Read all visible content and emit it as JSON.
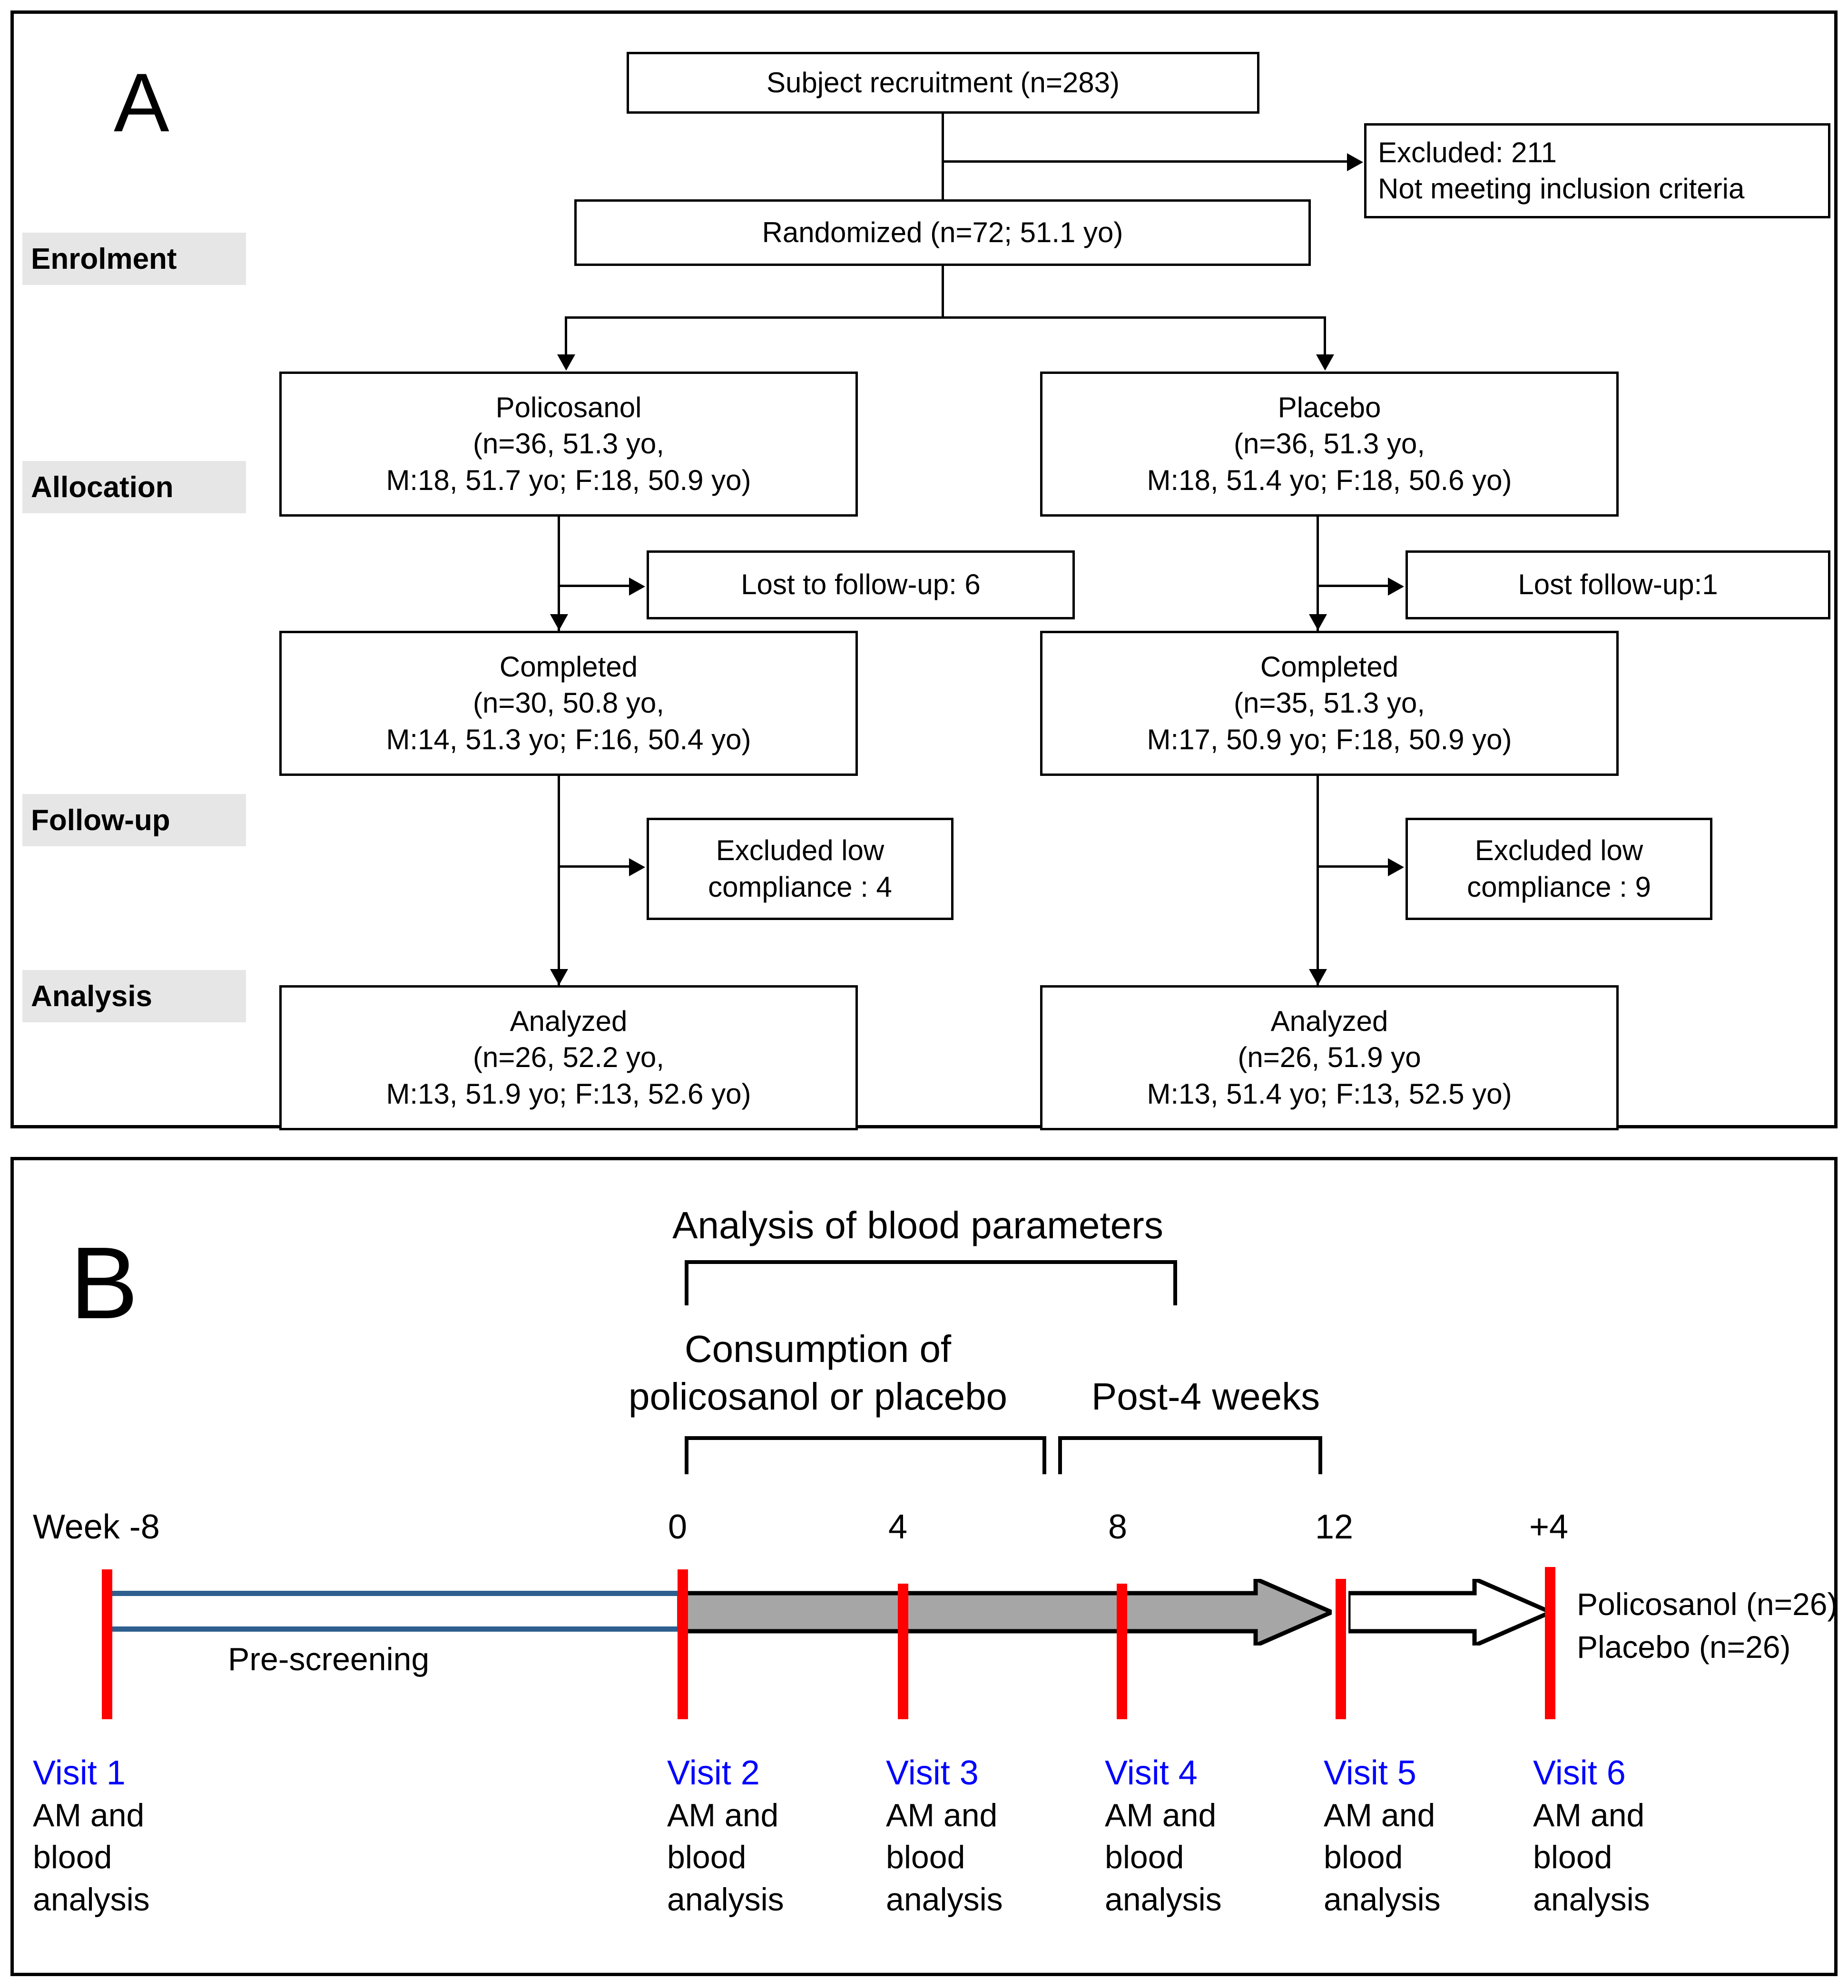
{
  "panelA": {
    "letter": "A",
    "stages": [
      {
        "key": "enrolment",
        "label": "Enrolment"
      },
      {
        "key": "allocation",
        "label": "Allocation"
      },
      {
        "key": "followup",
        "label": "Follow-up"
      },
      {
        "key": "analysis",
        "label": "Analysis"
      }
    ],
    "boxes": {
      "recruitment": {
        "lines": [
          "Subject recruitment (n=283)"
        ]
      },
      "excluded": {
        "lines": [
          "Excluded: 211",
          "Not meeting inclusion criteria"
        ]
      },
      "randomized": {
        "lines": [
          "Randomized (n=72; 51.1 yo)"
        ]
      },
      "policosanol": {
        "lines": [
          "Policosanol",
          "(n=36, 51.3 yo,",
          "M:18, 51.7 yo; F:18, 50.9 yo)"
        ]
      },
      "placebo": {
        "lines": [
          "Placebo",
          "(n=36, 51.3 yo,",
          "M:18, 51.4 yo; F:18, 50.6 yo)"
        ]
      },
      "lost_left": {
        "lines": [
          "Lost to follow-up: 6"
        ]
      },
      "lost_right": {
        "lines": [
          "Lost follow-up:1"
        ]
      },
      "completed_left": {
        "lines": [
          "Completed",
          "(n=30, 50.8 yo,",
          "M:14, 51.3 yo; F:16, 50.4 yo)"
        ]
      },
      "completed_right": {
        "lines": [
          "Completed",
          "(n=35, 51.3 yo,",
          "M:17, 50.9 yo; F:18, 50.9 yo)"
        ]
      },
      "lowcomp_left": {
        "lines": [
          "Excluded low",
          "compliance : 4"
        ]
      },
      "lowcomp_right": {
        "lines": [
          "Excluded low",
          "compliance : 9"
        ]
      },
      "analyzed_left": {
        "lines": [
          "Analyzed",
          "(n=26, 52.2 yo,",
          "M:13, 51.9 yo; F:13, 52.6 yo)"
        ]
      },
      "analyzed_right": {
        "lines": [
          "Analyzed",
          "(n=26, 51.9 yo",
          "M:13, 51.4 yo; F:13, 52.5 yo)"
        ]
      }
    }
  },
  "panelB": {
    "letter": "B",
    "titles": {
      "blood": "Analysis of blood parameters",
      "consumption_l1": "Consumption of",
      "consumption_l2": "policosanol or placebo",
      "post4": "Post-4 weeks"
    },
    "week_axis": {
      "prefix_label": "Week -8",
      "ticks": [
        "0",
        "4",
        "8",
        "12",
        "+4"
      ]
    },
    "prescreening_label": "Pre-screening",
    "legend": [
      "Policosanol (n=26)",
      "Placebo (n=26)"
    ],
    "visits": [
      {
        "name": "Visit 1",
        "desc": "AM and\nblood\nanalysis"
      },
      {
        "name": "Visit 2",
        "desc": "AM and\nblood\nanalysis"
      },
      {
        "name": "Visit 3",
        "desc": "AM and\nblood\nanalysis"
      },
      {
        "name": "Visit 4",
        "desc": "AM and\nblood\nanalysis"
      },
      {
        "name": "Visit 5",
        "desc": "AM and\nblood\nanalysis"
      },
      {
        "name": "Visit 6",
        "desc": "AM and\nblood\nanalysis"
      }
    ]
  },
  "colors": {
    "tick_red": "#ff0000",
    "visit_blue": "#0000ff",
    "prescreen_border": "#2e5f8f",
    "gray_arrow_fill": "#a6a6a6",
    "stage_bg": "#e6e6e6"
  }
}
